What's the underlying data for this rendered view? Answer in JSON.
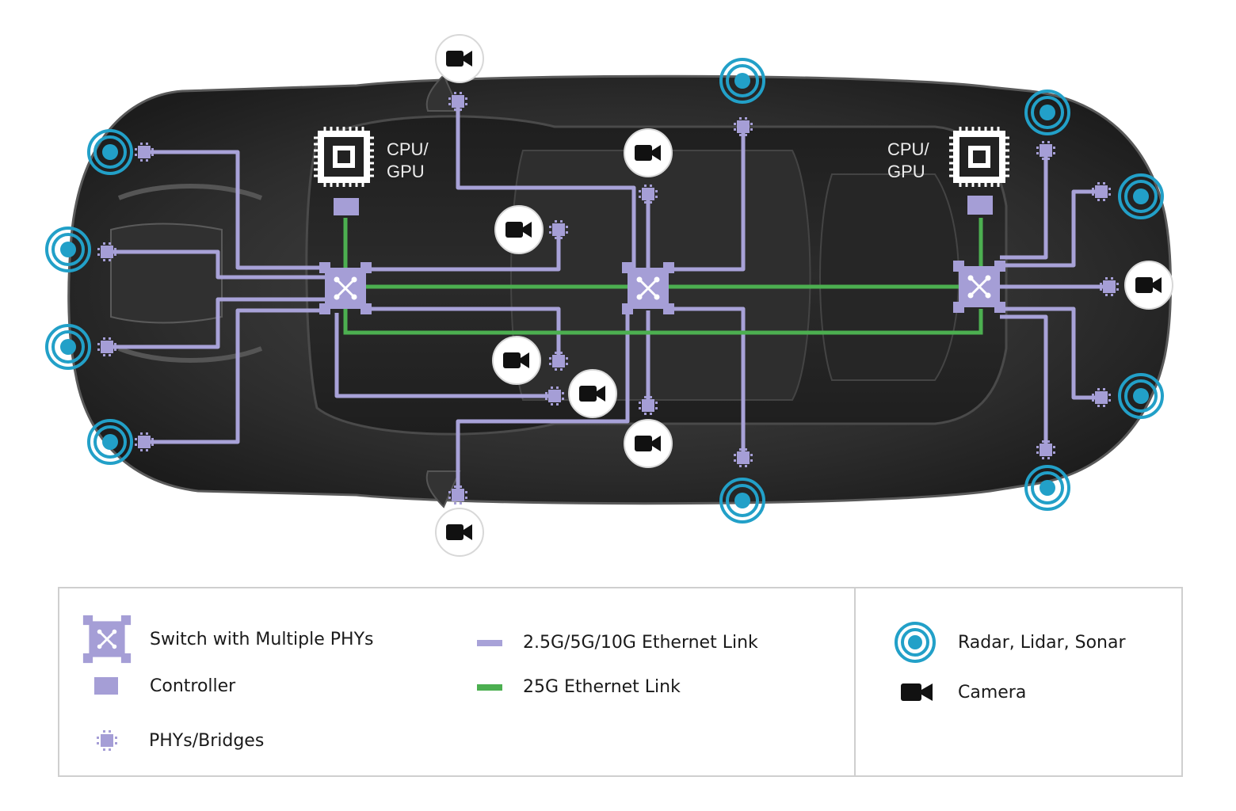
{
  "diagram": {
    "cpu_left": {
      "line1": "CPU/",
      "line2": "GPU"
    },
    "cpu_right": {
      "line1": "CPU/",
      "line2": "GPU"
    }
  },
  "legend": {
    "switch": "Switch with Multiple PHYs",
    "controller": "Controller",
    "phy": "PHYs/Bridges",
    "link_multi_gig": "2.5G/5G/10G Ethernet Link",
    "link_25g": "25G Ethernet Link",
    "sensor": "Radar, Lidar, Sonar",
    "camera": "Camera"
  },
  "colors": {
    "car_body": "#3a3a3a",
    "link_multi_gig": "#a8a2d8",
    "link_25g": "#4caf50",
    "sensor": "#22a0c8",
    "component": "#a59ed6"
  }
}
